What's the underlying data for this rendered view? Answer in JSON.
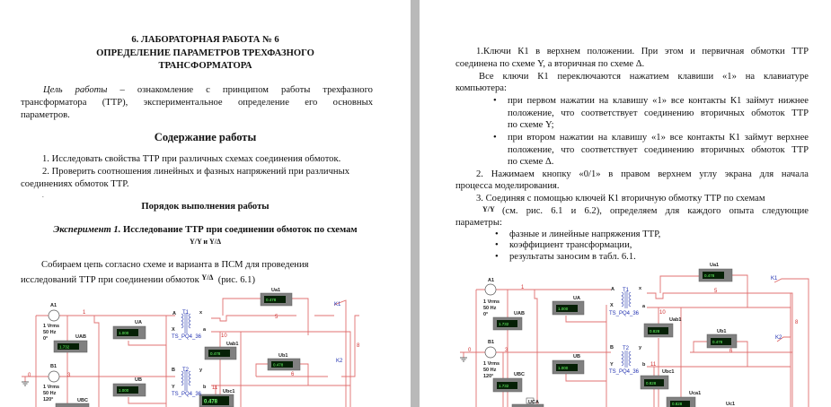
{
  "left_page": {
    "title": [
      "6.  ЛАБОРАТОРНАЯ РАБОТА № 6",
      "ОПРЕДЕЛЕНИЕ ПАРАМЕТРОВ ТРЕХФАЗНОГО",
      "ТРАНСФОРМАТОРА"
    ],
    "purpose": {
      "label": "Цель работы",
      "line1": " – ознакомление с принципом работы трехфазного",
      "line2": "трансформатора (ТТР), экспериментальное определение его основных",
      "line3": "параметров."
    },
    "contents_heading": "Содержание работы",
    "contents": [
      "1. Исследовать свойства ТТР при различных схемах соединения обмоток.",
      "2. Проверить соотношения линейных и фазных напряжений при различных",
      "соединениях обмоток ТТР."
    ],
    "stray_dot": ".",
    "procedure_heading": "Порядок выполнения работы",
    "experiment": {
      "label": "Эксперимент 1.",
      "title": " Исследование ТТР при соединении обмоток по схемам",
      "schemes": "Y/Y и Y/Δ"
    },
    "assemble": {
      "line1": "Собираем цепь согласно схеме и варианта в  ПСМ для проведения",
      "line2": "исследований ТТР при соединении обмоток",
      "scheme": "Y/Δ",
      "ref": "(рис. 6.1)"
    },
    "circuit": {
      "sources": [
        {
          "name": "A1",
          "v": "1 Vrms",
          "f": "50 Hz",
          "ph": "0°"
        },
        {
          "name": "B1",
          "v": "1 Vrms",
          "f": "50 Hz",
          "ph": "120°"
        }
      ],
      "meters": [
        {
          "label": "Ua1",
          "value": "0.478"
        },
        {
          "label": "UAB",
          "value": "1.732"
        },
        {
          "label": "UA",
          "value": "1.000"
        },
        {
          "label": "Uab1",
          "value": "0.478"
        },
        {
          "label": "Ub1",
          "value": "0.478"
        },
        {
          "label": "UB",
          "value": "1.000"
        },
        {
          "label": "UBC",
          "value": ""
        },
        {
          "label": "Ubc1",
          "value": "0.478"
        }
      ],
      "transformers": [
        {
          "name": "T1",
          "model": "TS_PQ4_36",
          "p1": "A",
          "p2": "X",
          "s1": "x",
          "s2": "a"
        },
        {
          "name": "T2",
          "model": "TS_PQ4_36",
          "p1": "B",
          "p2": "Y",
          "s1": "y",
          "s2": "b"
        }
      ],
      "switches": [
        "K1",
        "K2"
      ],
      "nodes": [
        "0",
        "1",
        "3",
        "5",
        "6",
        "8",
        "10",
        "11"
      ]
    }
  },
  "right_page": {
    "p1": [
      "1.Ключи К1 в верхнем положении. При этом и первичная обмотки ТТР",
      "соединена по схеме Y, а вторичная по схеме Δ."
    ],
    "p2": [
      "Все ключи К1 переключаются нажатием клавиши «1» на клавиатуре",
      "компьютера:"
    ],
    "bullets1": [
      [
        "при первом нажатии на клавишу «1» все контакты К1 займут нижнее",
        "положение, что соответствует соединению вторичных обмоток ТТР",
        "по схеме Y;"
      ],
      [
        "при втором нажатии на клавишу «1» все контакты К1 займут верхнее",
        "положение, что соответствует соединению вторичных обмоток ТТР",
        "по схеме Δ."
      ]
    ],
    "p3": [
      "2. Нажимаем кнопку «0/1» в правом верхнем углу экрана для начала",
      "процесса моделирования."
    ],
    "p4": {
      "line1": "3. Соединяя с помощью ключей К1 вторичную обмотку ТТР по схемам",
      "scheme": "Y/Y",
      "line2": "(см. рис. 6.1 и 6.2), определяем для каждого опыта следующие",
      "line3": "параметры:"
    },
    "bullets2": [
      "фазные и линейные напряжения ТТР,",
      "коэффициент трансформации,",
      "результаты заносим в табл. 6.1."
    ],
    "circuit": {
      "sources": [
        {
          "name": "A1",
          "v": "1 Vrms",
          "f": "50 Hz",
          "ph": "0°"
        },
        {
          "name": "B1",
          "v": "1 Vrms",
          "f": "50 Hz",
          "ph": "120°"
        }
      ],
      "meters": [
        {
          "label": "Ua1",
          "value": "0.478"
        },
        {
          "label": "UA",
          "value": "1.000"
        },
        {
          "label": "UAB",
          "value": "1.732"
        },
        {
          "label": "Uab1",
          "value": "0.828"
        },
        {
          "label": "Ub1",
          "value": "0.478"
        },
        {
          "label": "UB",
          "value": "1.000"
        },
        {
          "label": "UBC",
          "value": "1.732"
        },
        {
          "label": "Ubc1",
          "value": "0.828"
        },
        {
          "label": "Uca1",
          "value": "0.828"
        },
        {
          "label": "UCA",
          "value": ""
        },
        {
          "label": "Uc1",
          "value": ""
        }
      ],
      "transformers": [
        {
          "name": "T1",
          "model": "TS_PQ4_36",
          "p1": "A",
          "p2": "X",
          "s1": "x",
          "s2": "a"
        },
        {
          "name": "T2",
          "model": "TS_PQ4_36",
          "p1": "B",
          "p2": "Y",
          "s1": "y",
          "s2": "b"
        }
      ],
      "switches": [
        "K1",
        "K2"
      ],
      "nodes": [
        "0",
        "1",
        "3",
        "5",
        "6",
        "8",
        "10",
        "11"
      ]
    }
  }
}
